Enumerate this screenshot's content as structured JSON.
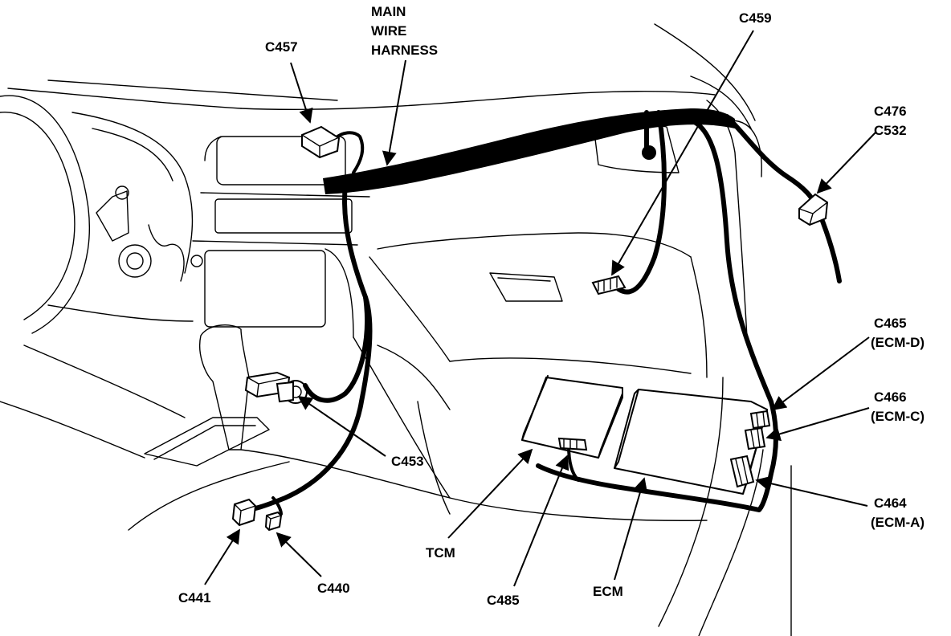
{
  "labels": {
    "main_wire_harness": [
      "MAIN",
      "WIRE",
      "HARNESS"
    ],
    "c457": "C457",
    "c459": "C459",
    "c476_c532": [
      "C476",
      "C532"
    ],
    "c465": [
      "C465",
      "(ECM-D)"
    ],
    "c466": [
      "C466",
      "(ECM-C)"
    ],
    "c464": [
      "C464",
      "(ECM-A)"
    ],
    "c453": "C453",
    "c441": "C441",
    "c440": "C440",
    "tcm": "TCM",
    "c485": "C485",
    "ecm": "ECM"
  }
}
